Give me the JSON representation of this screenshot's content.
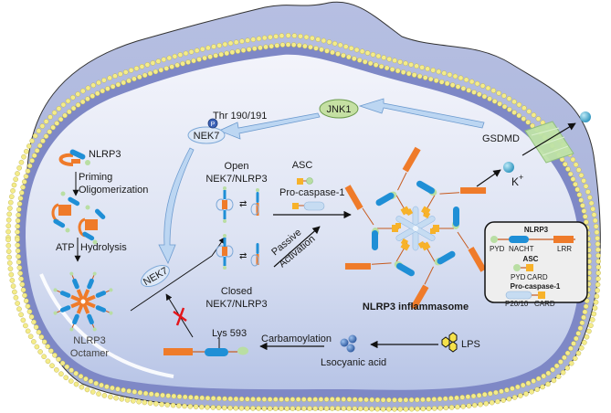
{
  "diagram": {
    "title": "NLRP3 inflammasome activation pathway",
    "colors": {
      "outer_cell": "#aab4d9",
      "membrane_band": "#7c86c4",
      "lipid_head": "#f4ec8a",
      "cytoplasm_top": "#eef0fa",
      "cytoplasm_bottom": "#bfcbe8",
      "nacht_blue": "#1f8fd6",
      "lrr_orange": "#ef7b2a",
      "pyd_green": "#b9dea3",
      "card_yellow": "#f7b22a",
      "nek7_fill": "#dde8f7",
      "jnk1_fill": "#c5e0a3",
      "gsdmd_fill": "#bfe3a7",
      "k_ion": "#3aa6c9",
      "lps_yellow": "#f5e14a",
      "isocyanic_blue": "#3f6fb5",
      "hollow_arrow": "#bcd6f2",
      "block_red": "#e4161b"
    },
    "labels": {
      "jnk1": "JNK1",
      "thr": "Thr 190/191",
      "phospho": "P",
      "nek7_top": "NEK7",
      "nek7_mid": "NEK7",
      "gsdmd": "GSDMD",
      "k_ion": "K",
      "k_sup": "+",
      "nlrp3": "NLRP3",
      "priming": "Priming",
      "oligomerization": "Oligomerization",
      "atp": "ATP",
      "hydrolysis": "Hydrolysis",
      "octamer_line1": "NLRP3",
      "octamer_line2": "Octamer",
      "open_line1": "Open",
      "open_line2": "NEK7/NLRP3",
      "closed_line1": "Closed",
      "closed_line2": "NEK7/NLRP3",
      "asc": "ASC",
      "procaspase": "Pro-caspase-1",
      "passive": "Passive",
      "activation": "Activation",
      "inflammasome": "NLRP3 inflammasome",
      "lys": "Lys 593",
      "carbamoylation": "Carbamoylation",
      "isocyanic": "Lsocyanic acid",
      "lps": "LPS"
    },
    "legend": {
      "nlrp3_title": "NLRP3",
      "nlrp3_domains": [
        "PYD",
        "NACHT",
        "LRR"
      ],
      "asc_title": "ASC",
      "asc_domains": [
        "PYD",
        "CARD"
      ],
      "casp_title": "Pro-caspase-1",
      "casp_domains": [
        "P20/10",
        "CARD"
      ]
    }
  }
}
